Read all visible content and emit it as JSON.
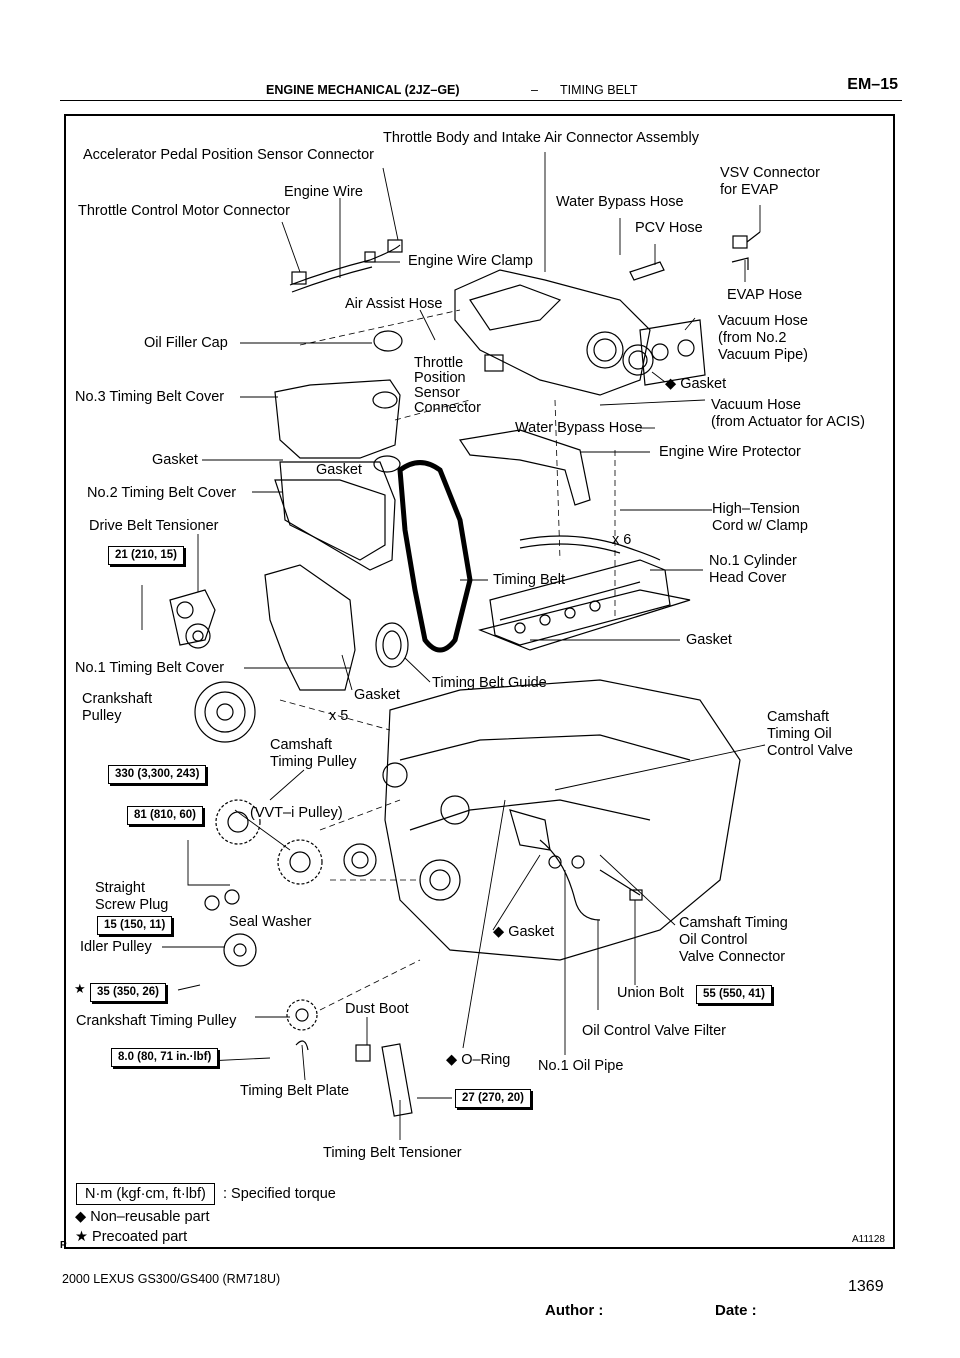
{
  "header": {
    "section": "ENGINE MECHANICAL (2JZ–GE)",
    "dash": "–",
    "subsection": "TIMING BELT",
    "page_code": "EM–15"
  },
  "parts": {
    "throttle_body_assy": "Throttle Body and Intake Air Connector Assembly",
    "accel_sensor_conn": "Accelerator Pedal Position Sensor Connector",
    "vsv_connector": "VSV Connector\nfor EVAP",
    "engine_wire": "Engine Wire",
    "water_bypass_hose_top": "Water Bypass Hose",
    "throttle_motor_conn": "Throttle Control Motor Connector",
    "pcv_hose": "PCV Hose",
    "engine_wire_clamp": "Engine Wire Clamp",
    "evap_hose": "EVAP Hose",
    "air_assist_hose": "Air Assist Hose",
    "vacuum_hose_no2": "Vacuum Hose\n(from No.2\nVacuum Pipe)",
    "oil_filler_cap": "Oil Filler Cap",
    "throttle_pos_sensor_conn": "Throttle\nPosition\nSensor\nConnector",
    "gasket_intake": "Gasket",
    "no3_timing_belt_cover": "No.3 Timing Belt Cover",
    "vacuum_hose_acis": "Vacuum Hose\n(from Actuator for ACIS)",
    "water_bypass_hose_low": "Water Bypass Hose",
    "engine_wire_protector": "Engine Wire Protector",
    "gasket_left": "Gasket",
    "gasket_mid": "Gasket",
    "no2_timing_belt_cover": "No.2 Timing Belt Cover",
    "high_tension_cord": "High–Tension\nCord w/ Clamp",
    "drive_belt_tensioner": "Drive Belt Tensioner",
    "x6": "x 6",
    "no1_cyl_head_cover": "No.1 Cylinder\nHead Cover",
    "timing_belt": "Timing Belt",
    "gasket_head": "Gasket",
    "no1_timing_belt_cover": "No.1 Timing Belt Cover",
    "timing_belt_guide": "Timing Belt Guide",
    "crankshaft_pulley": "Crankshaft\nPulley",
    "gasket_lower": "Gasket",
    "x5": "x 5",
    "camshaft_ocv": "Camshaft\nTiming Oil\nControl Valve",
    "camshaft_timing_pulley": "Camshaft\nTiming Pulley",
    "vvti_pulley": "(VVT–i Pulley)",
    "straight_screw_plug": "Straight\nScrew Plug",
    "seal_washer": "Seal Washer",
    "camshaft_ocv_conn": "Camshaft Timing\nOil Control\nValve Connector",
    "gasket_ocv": "Gasket",
    "idler_pulley": "Idler Pulley",
    "union_bolt": "Union Bolt",
    "crankshaft_timing_pulley": "Crankshaft Timing Pulley",
    "dust_boot": "Dust Boot",
    "ocv_filter": "Oil Control Valve Filter",
    "o_ring": "O–Ring",
    "no1_oil_pipe": "No.1 Oil Pipe",
    "timing_belt_plate": "Timing Belt Plate",
    "timing_belt_tensioner": "Timing Belt Tensioner"
  },
  "torques": {
    "t21": "21 (210, 15)",
    "t330": "330 (3,300, 243)",
    "t81": "81 (810, 60)",
    "t15": "15 (150, 11)",
    "t35": "35 (350, 26)",
    "t8": "8.0 (80, 71 in.·lbf)",
    "t27": "27 (270, 20)",
    "t55": "55 (550, 41)"
  },
  "legend": {
    "torque_unit": "N·m (kgf·cm, ft·lbf)",
    "torque_desc": ": Specified torque",
    "nonreusable": "Non–reusable part",
    "precoated": "Precoated part"
  },
  "symbols": {
    "diamond": "◆",
    "star": "★"
  },
  "figure_id": "A11128",
  "p_mark": "P",
  "footer": {
    "model": "2000 LEXUS GS300/GS400   (RM718U)",
    "author": "Author :",
    "date": "Date :",
    "page_number": "1369"
  }
}
